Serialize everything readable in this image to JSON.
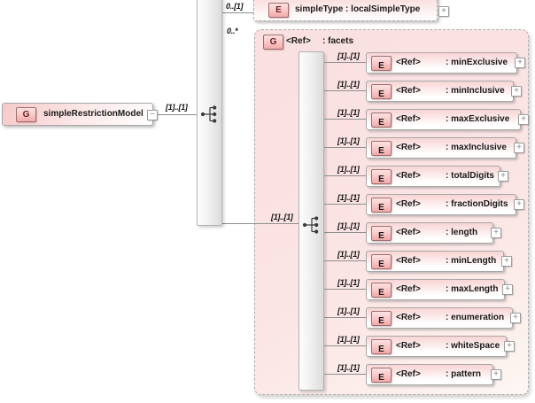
{
  "root_group": {
    "badge": "G",
    "label": "simpleRestrictionModel"
  },
  "connections": {
    "root_to_sequence": "[1]..[1]",
    "sequence_to_simpletype": "0..[1]",
    "sequence_to_facets": "0..*",
    "sequence_to_facets_sequence": "[1]..[1]"
  },
  "simple_type_element": {
    "badge": "E",
    "label": "simpleType : localSimpleType"
  },
  "facets_group": {
    "badge": "G",
    "ref": "<Ref>",
    "name": ": facets"
  },
  "facet_elements": [
    {
      "badge": "E",
      "ref": "<Ref>",
      "name": ": minExclusive",
      "cardinality": "[1]..[1]"
    },
    {
      "badge": "E",
      "ref": "<Ref>",
      "name": ": minInclusive",
      "cardinality": "[1]..[1]"
    },
    {
      "badge": "E",
      "ref": "<Ref>",
      "name": ": maxExclusive",
      "cardinality": "[1]..[1]"
    },
    {
      "badge": "E",
      "ref": "<Ref>",
      "name": ": maxInclusive",
      "cardinality": "[1]..[1]"
    },
    {
      "badge": "E",
      "ref": "<Ref>",
      "name": ": totalDigits",
      "cardinality": "[1]..[1]"
    },
    {
      "badge": "E",
      "ref": "<Ref>",
      "name": ": fractionDigits",
      "cardinality": "[1]..[1]"
    },
    {
      "badge": "E",
      "ref": "<Ref>",
      "name": ": length",
      "cardinality": "[1]..[1]"
    },
    {
      "badge": "E",
      "ref": "<Ref>",
      "name": ": minLength",
      "cardinality": "[1]..[1]"
    },
    {
      "badge": "E",
      "ref": "<Ref>",
      "name": ": maxLength",
      "cardinality": "[1]..[1]"
    },
    {
      "badge": "E",
      "ref": "<Ref>",
      "name": ": enumeration",
      "cardinality": "[1]..[1]"
    },
    {
      "badge": "E",
      "ref": "<Ref>",
      "name": ": whiteSpace",
      "cardinality": "[1]..[1]"
    },
    {
      "badge": "E",
      "ref": "<Ref>",
      "name": ": pattern",
      "cardinality": "[1]..[1]"
    }
  ],
  "symbols": {
    "plus": "+",
    "minus": "−"
  },
  "colors": {
    "group_fill": "#fbe2e2",
    "node_pink": "#f8d4d4",
    "badge_fill": "#f5b5b5",
    "badge_border": "#a06e6e",
    "badge_text": "#6d2020",
    "line": "#8f8f8f",
    "border_gray": "#a8a8a8"
  }
}
